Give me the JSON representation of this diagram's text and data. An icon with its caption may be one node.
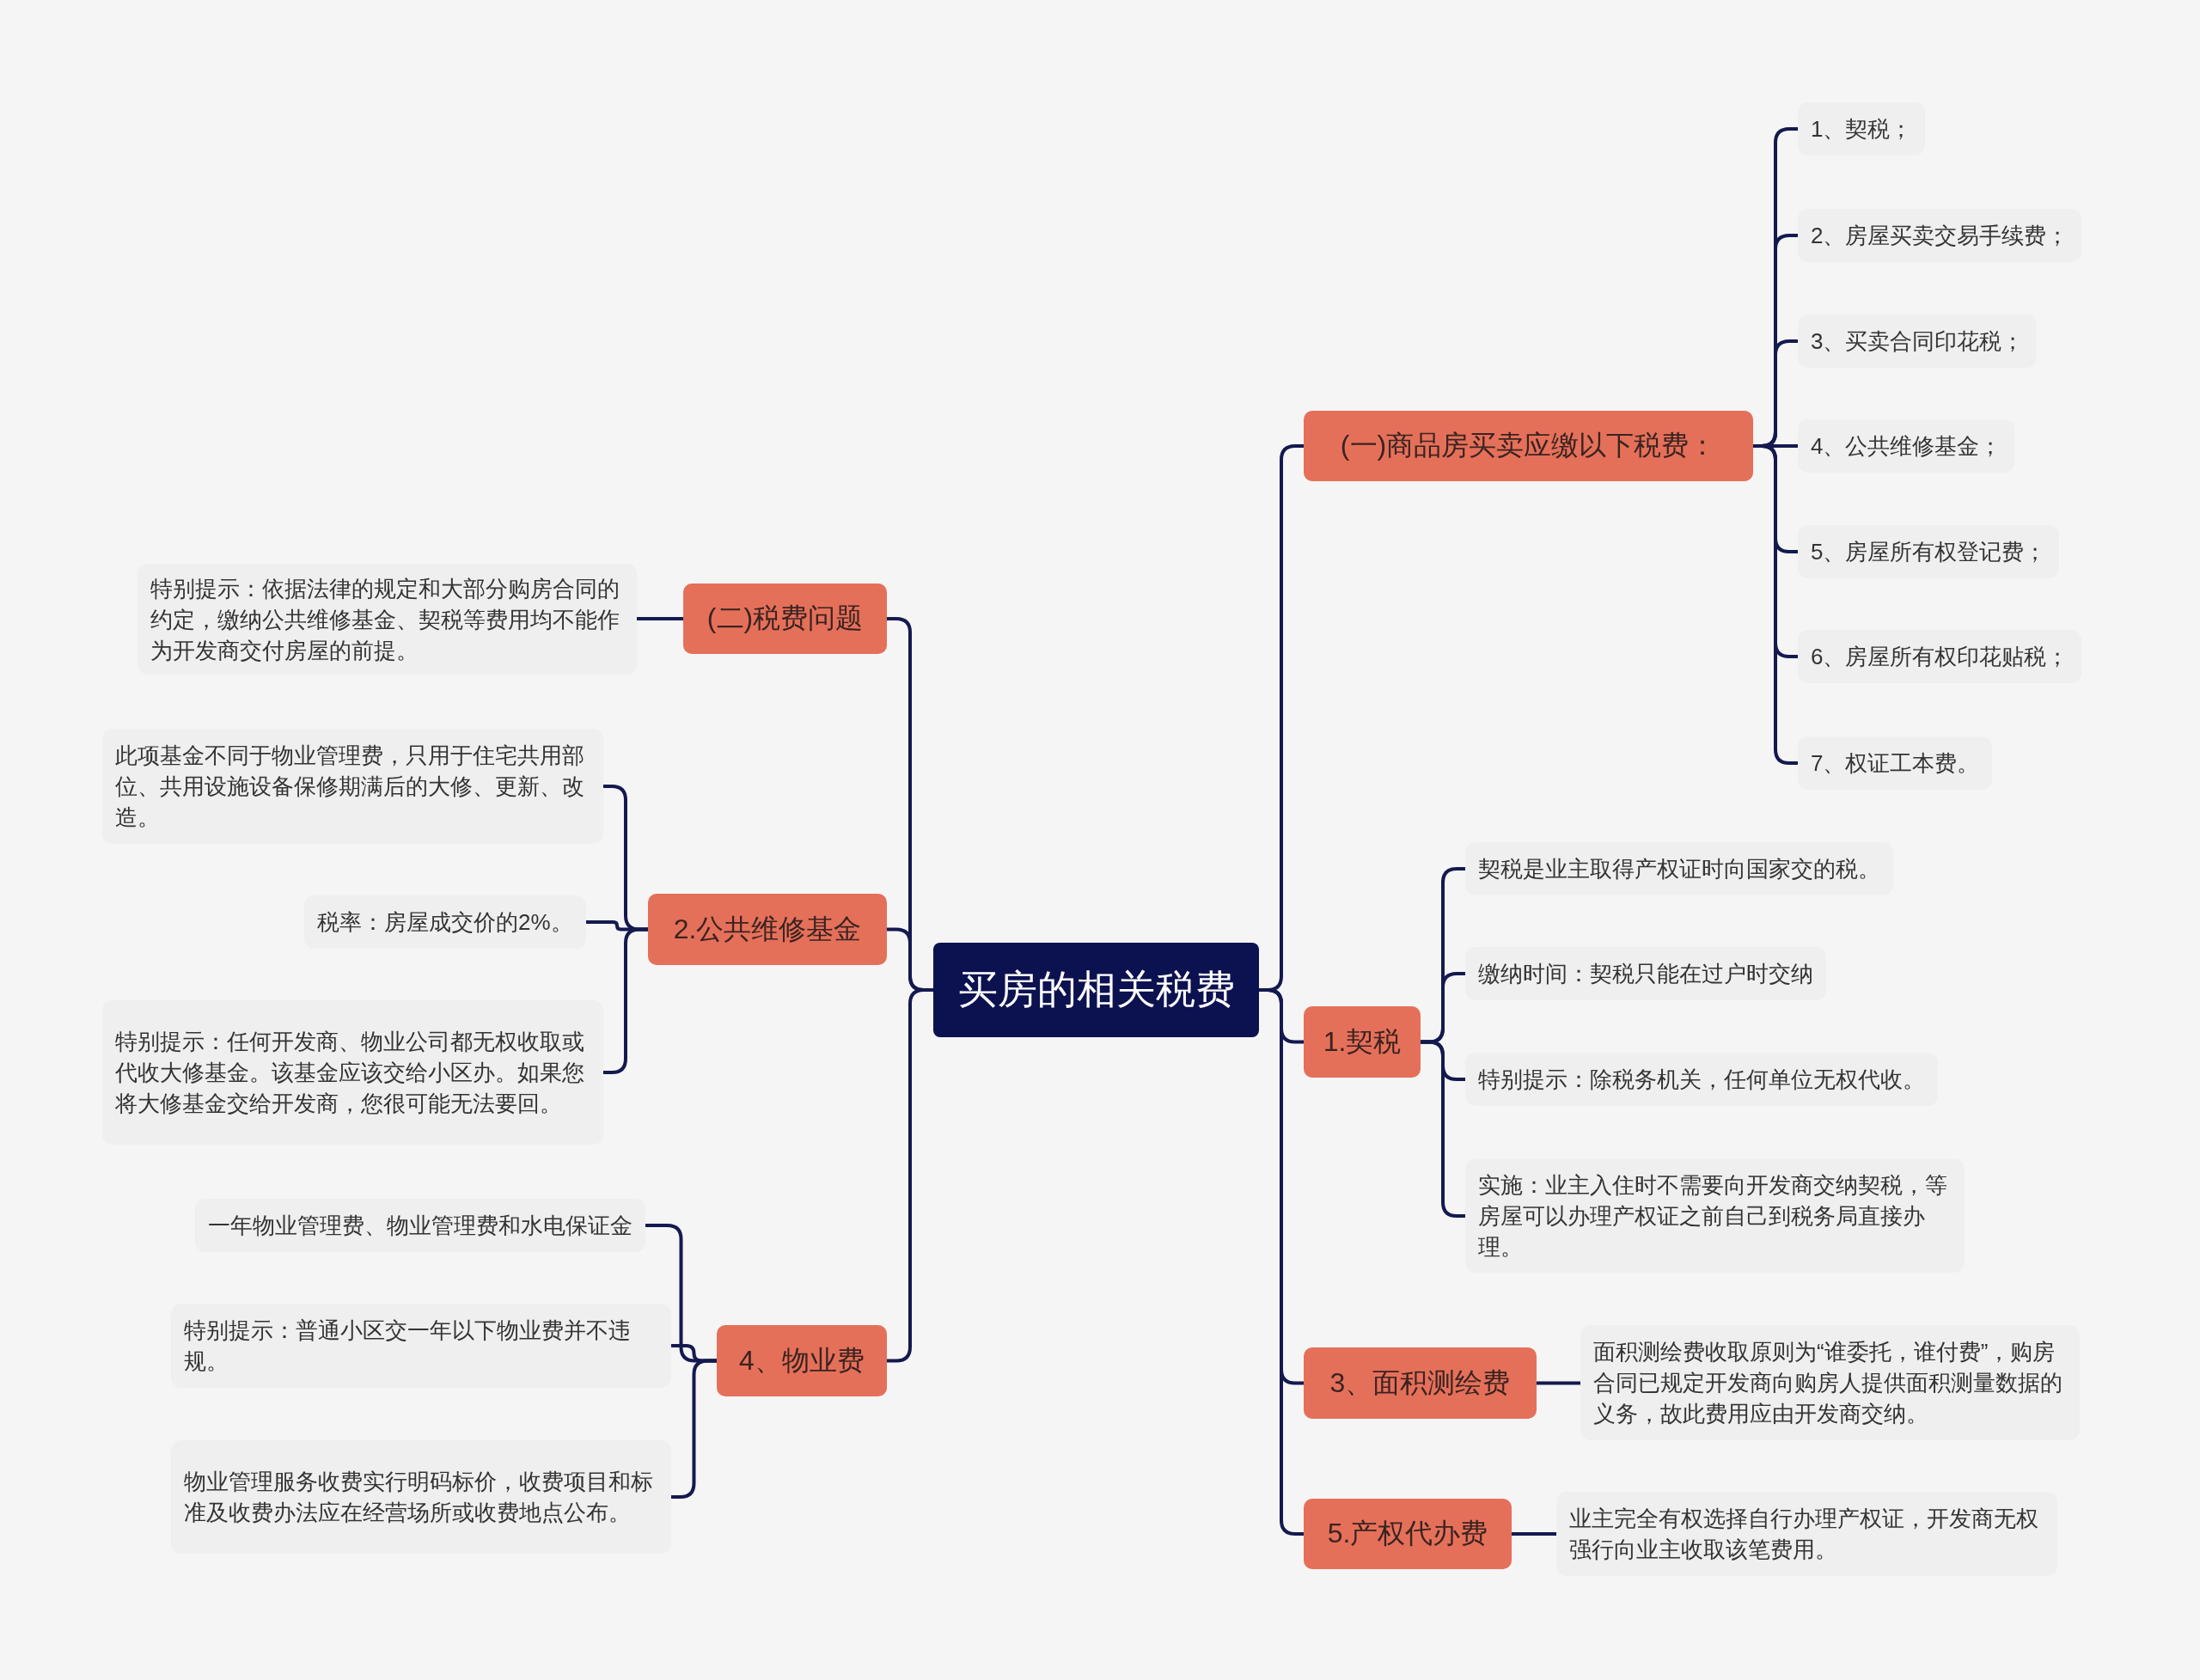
{
  "diagram": {
    "nodes": [
      {
        "text": [
          "买房的相关税费"
        ]
      },
      {
        "text": [
          "(一)商品房买卖应缴以下税费："
        ]
      },
      {
        "text": [
          "1、契税；"
        ]
      },
      {
        "text": [
          "2、房屋买卖交易手续费；"
        ]
      },
      {
        "text": [
          "3、买卖合同印花税；"
        ]
      },
      {
        "text": [
          "4、公共维修基金；"
        ]
      },
      {
        "text": [
          "5、房屋所有权登记费；"
        ]
      },
      {
        "text": [
          "6、房屋所有权印花贴税；"
        ]
      },
      {
        "text": [
          "7、权证工本费。"
        ]
      },
      {
        "text": [
          "1.契税"
        ]
      },
      {
        "text": [
          "契税是业主取得产权证时向国家交的税。"
        ]
      },
      {
        "text": [
          "缴纳时间：契税只能在过户时交纳"
        ]
      },
      {
        "text": [
          "特别提示：除税务机关，任何单位无权代收。"
        ]
      },
      {
        "text": [
          "实施：业主入住时不需要向开发商交纳契税，等房屋可以办理产权证之前自己到税务局直接办理。"
        ]
      },
      {
        "text": [
          "3、面积测绘费"
        ]
      },
      {
        "text": [
          "面积测绘费收取原则为“谁委托，谁付费”，购房合同已规定开发商向购房人提供面积测量数据的义务，故此费用应由开发商交纳。"
        ]
      },
      {
        "text": [
          "5.产权代办费"
        ]
      },
      {
        "text": [
          "业主完全有权选择自行办理产权证，开发商无权强行向业主收取该笔费用。"
        ]
      },
      {
        "text": [
          "(二)税费问题"
        ]
      },
      {
        "text": [
          "特别提示：依据法律的规定和大部分购房合同的约定，缴纳公共维修基金、契税等费用均不能作为开发商交付房屋的前提。"
        ]
      },
      {
        "text": [
          "2.公共维修基金"
        ]
      },
      {
        "text": [
          "此项基金不同于物业管理费，只用于住宅共用部位、共用设施设备保修期满后的大修、更新、改造。"
        ]
      },
      {
        "text": [
          "税率：房屋成交价的2%。"
        ]
      },
      {
        "text": [
          "特别提示：任何开发商、物业公司都无权收取或代收大修基金。该基金应该交给小区办。如果您将大修基金交给开发商，您很可能无法要回。"
        ]
      },
      {
        "text": [
          "4、物业费"
        ]
      },
      {
        "text": [
          "一年物业管理费、物业管理费和水电保证金"
        ]
      },
      {
        "text": [
          "特别提示：普通小区交一年以下物业费并不违规。"
        ]
      },
      {
        "text": [
          "物业管理服务收费实行明码标价，收费项目和标准及收费办法应在经营场所或收费地点公布。"
        ]
      }
    ],
    "edges": [
      {
        "from": 0,
        "to": 1,
        "arrow": "none"
      },
      {
        "from": 0,
        "to": 9,
        "arrow": "none"
      },
      {
        "from": 0,
        "to": 14,
        "arrow": "none"
      },
      {
        "from": 0,
        "to": 16,
        "arrow": "none"
      },
      {
        "from": 0,
        "to": 18,
        "arrow": "none"
      },
      {
        "from": 0,
        "to": 20,
        "arrow": "none"
      },
      {
        "from": 0,
        "to": 24,
        "arrow": "none"
      },
      {
        "from": 1,
        "to": 2,
        "arrow": "none"
      },
      {
        "from": 1,
        "to": 3,
        "arrow": "none"
      },
      {
        "from": 1,
        "to": 4,
        "arrow": "none"
      },
      {
        "from": 1,
        "to": 5,
        "arrow": "none"
      },
      {
        "from": 1,
        "to": 6,
        "arrow": "none"
      },
      {
        "from": 1,
        "to": 7,
        "arrow": "none"
      },
      {
        "from": 1,
        "to": 8,
        "arrow": "none"
      },
      {
        "from": 9,
        "to": 10,
        "arrow": "none"
      },
      {
        "from": 9,
        "to": 11,
        "arrow": "none"
      },
      {
        "from": 9,
        "to": 12,
        "arrow": "none"
      },
      {
        "from": 9,
        "to": 13,
        "arrow": "none"
      },
      {
        "from": 14,
        "to": 15,
        "arrow": "none"
      },
      {
        "from": 16,
        "to": 17,
        "arrow": "none"
      },
      {
        "from": 18,
        "to": 19,
        "arrow": "none"
      },
      {
        "from": 20,
        "to": 21,
        "arrow": "none"
      },
      {
        "from": 20,
        "to": 22,
        "arrow": "none"
      },
      {
        "from": 20,
        "to": 23,
        "arrow": "none"
      },
      {
        "from": 24,
        "to": 25,
        "arrow": "none"
      },
      {
        "from": 24,
        "to": 26,
        "arrow": "none"
      },
      {
        "from": 24,
        "to": 27,
        "arrow": "none"
      }
    ]
  }
}
